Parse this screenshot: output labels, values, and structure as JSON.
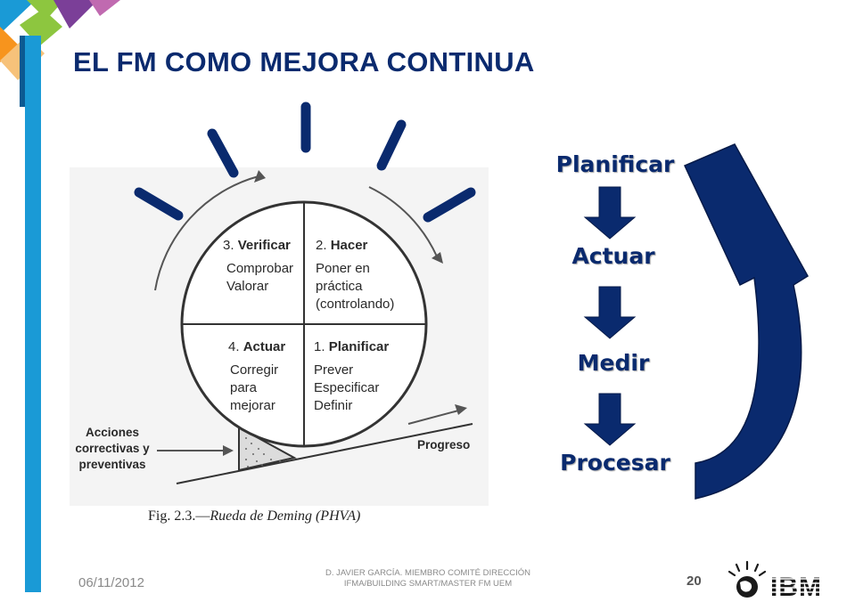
{
  "slide": {
    "title": "EL FM COMO MEJORA CONTINUA",
    "date": "06/11/2012",
    "author_line1": "D. JAVIER GARCÍA. MIEMBRO COMITÉ DIRECCIÓN",
    "author_line2": "IFMA/BUILDING SMART/MASTER FM UEM",
    "page_number": "20",
    "logo_text": "IBM",
    "colors": {
      "navy": "#0a2a6e",
      "green": "#8dc63f",
      "cyan": "#1a9ad6",
      "orange": "#f7941d",
      "purple": "#7b3f98"
    }
  },
  "wheel": {
    "quadrants": [
      {
        "num": "3.",
        "name": "Verificar",
        "lines": [
          "Comprobar",
          "Valorar"
        ]
      },
      {
        "num": "2.",
        "name": "Hacer",
        "lines": [
          "Poner en",
          "práctica",
          "(controlando)"
        ]
      },
      {
        "num": "4.",
        "name": "Actuar",
        "lines": [
          "Corregir",
          "para",
          "mejorar"
        ]
      },
      {
        "num": "1.",
        "name": "Planificar",
        "lines": [
          "Prever",
          "Especificar",
          "Definir"
        ]
      }
    ],
    "side_label": [
      "Acciones",
      "correctivas y",
      "preventivas"
    ],
    "progress_label": "Progreso",
    "caption_prefix": "Fig. 2.3.—",
    "caption_italic": "Rueda de Deming (PHVA)"
  },
  "cycle": {
    "steps": [
      "Planificar",
      "Actuar",
      "Medir",
      "Procesar"
    ]
  }
}
